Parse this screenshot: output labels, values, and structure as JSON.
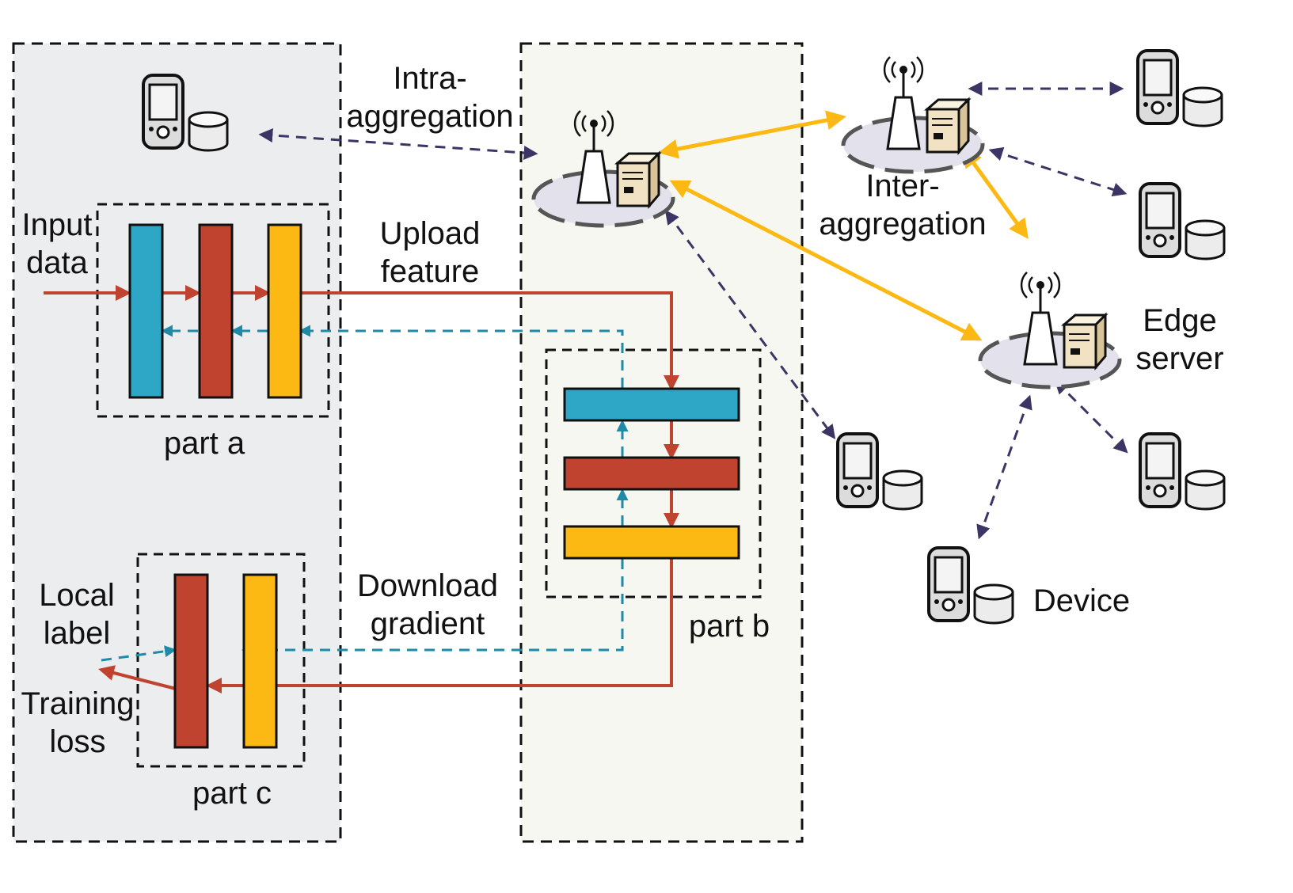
{
  "labels": {
    "intra_aggregation": [
      "Intra-",
      "aggregation"
    ],
    "inter_aggregation": [
      "Inter-",
      "aggregation"
    ],
    "input_data": [
      "Input",
      "data"
    ],
    "upload_feature": [
      "Upload",
      "feature"
    ],
    "part_a": "part a",
    "part_b": "part b",
    "part_c": "part c",
    "edge_server": [
      "Edge",
      "server"
    ],
    "local_label": [
      "Local",
      "label"
    ],
    "training_loss": [
      "Training",
      "loss"
    ],
    "download_gradient": [
      "Download",
      "gradient"
    ],
    "device": "Device"
  },
  "colors": {
    "teal_layer": "#2EA6C5",
    "red_layer": "#C0432F",
    "yellow_layer": "#FDB913",
    "forward_arrow": "#C0432F",
    "backward_arrow": "#1E8AA8",
    "aggregation_arrow": "#FDB913",
    "wireless_link": "#3B3565",
    "device_panel": "#ECEDEE",
    "server_panel": "#F7F7F2"
  },
  "icons": [
    "phone-icon",
    "database-icon",
    "antenna-icon",
    "server-icon",
    "base-station-icon"
  ]
}
